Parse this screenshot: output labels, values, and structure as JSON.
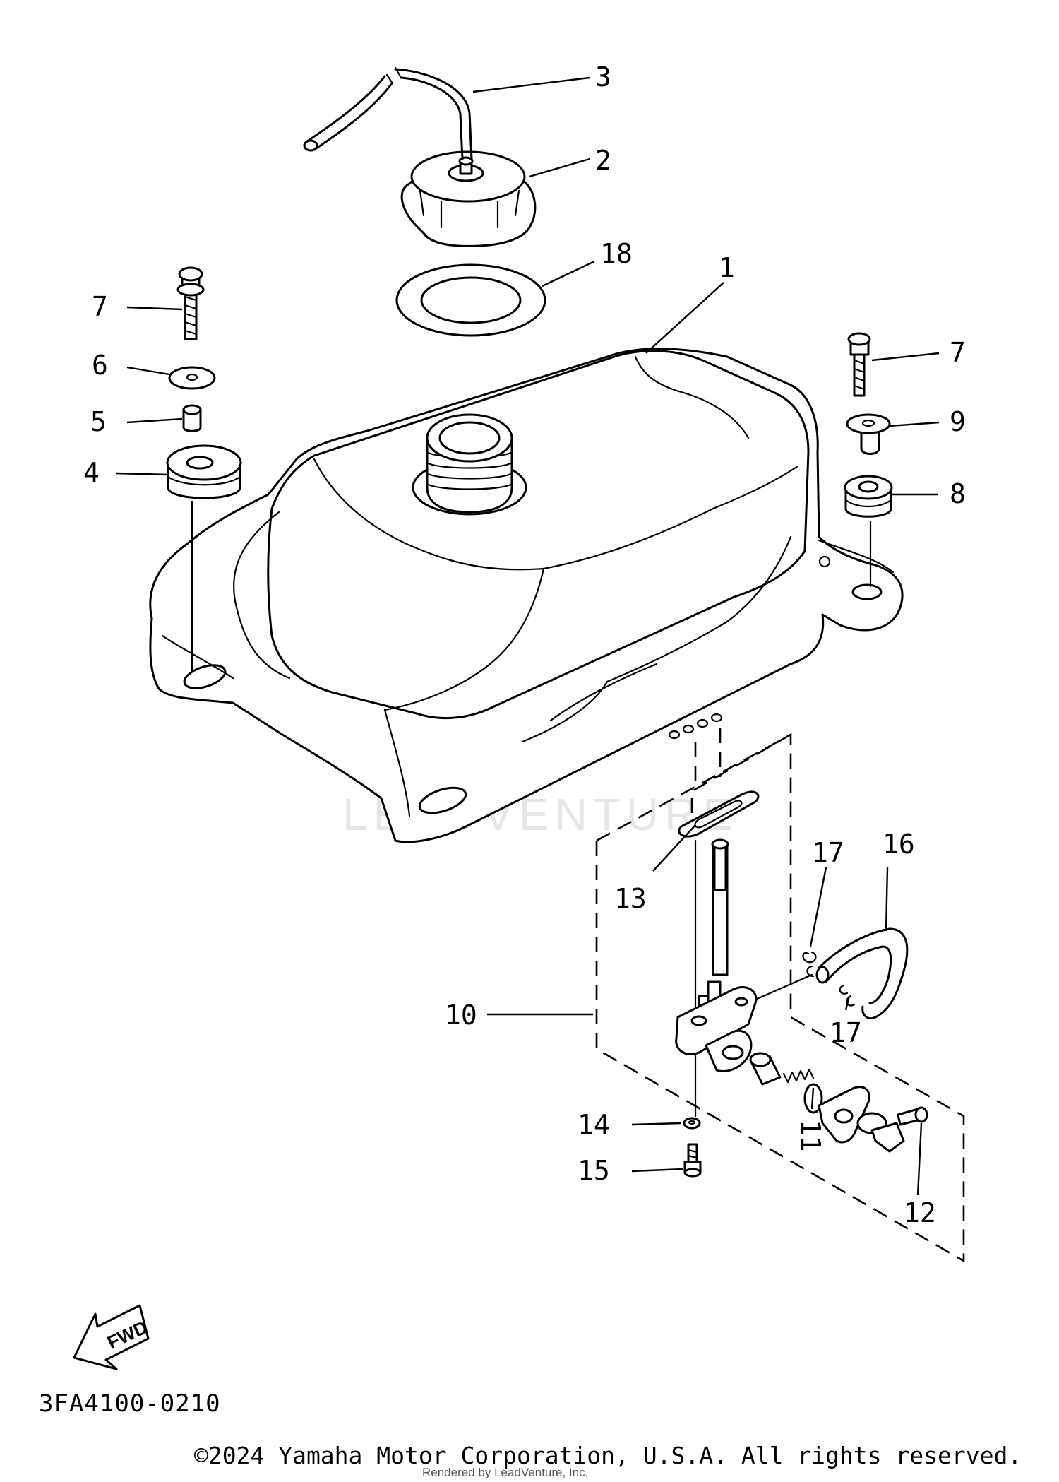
{
  "diagram": {
    "callouts": [
      "1",
      "2",
      "3",
      "4",
      "5",
      "6",
      "7",
      "7",
      "8",
      "9",
      "10",
      "11",
      "12",
      "13",
      "14",
      "15",
      "16",
      "17",
      "17",
      "18"
    ],
    "direction_label": "FWD",
    "diagram_code": "3FA4100-0210"
  },
  "footer": {
    "copyright": "©2024 Yamaha Motor Corporation, U.S.A. All rights reserved.",
    "rendered_by": "Rendered by LeadVenture, Inc."
  },
  "watermark": {
    "text": "LEADVENTURE"
  }
}
